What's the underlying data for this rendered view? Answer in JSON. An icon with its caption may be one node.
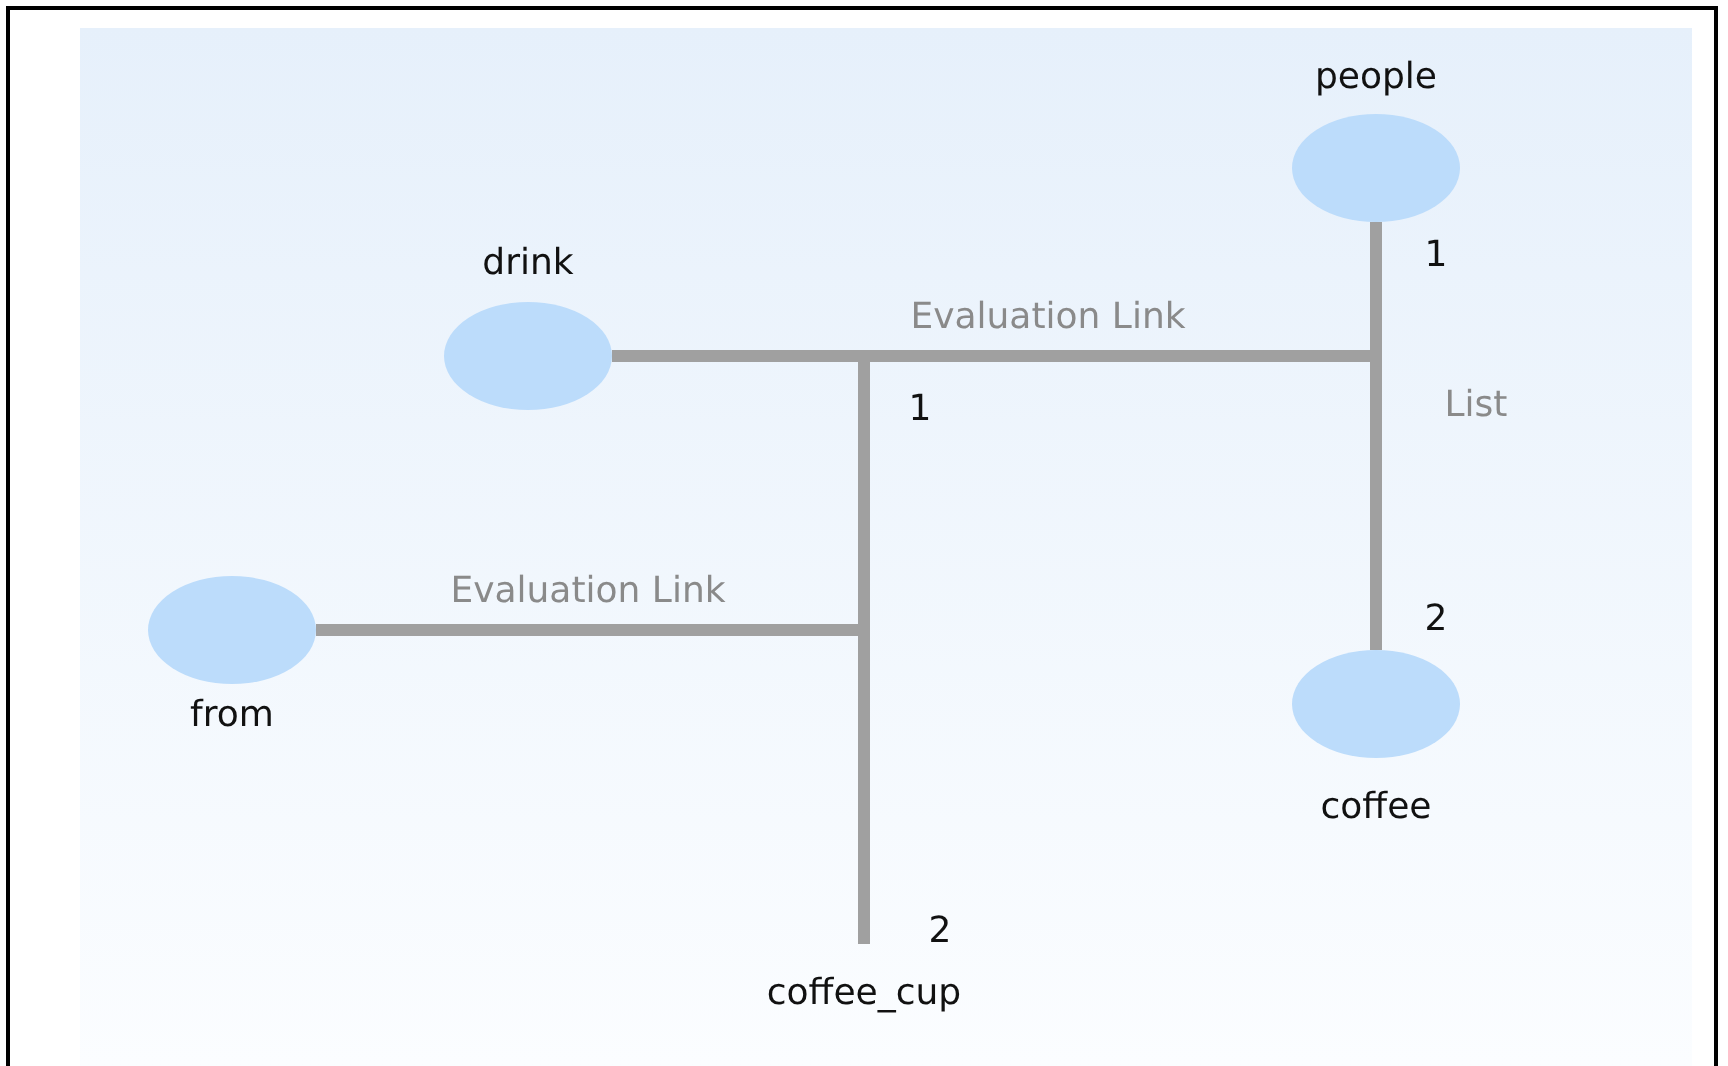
{
  "diagram": {
    "nodes": [
      {
        "text": [],
        "shape": "circle",
        "beside": [
          "people"
        ]
      },
      {
        "text": [],
        "shape": "circle",
        "beside": [
          "drink"
        ]
      },
      {
        "text": [],
        "shape": "circle",
        "beside": [
          "from"
        ]
      },
      {
        "text": [],
        "shape": "circle",
        "beside": [
          "coffee"
        ]
      },
      {
        "text": [
          "coffee_cup"
        ]
      }
    ],
    "edges": [
      {
        "from": 0,
        "to": 3,
        "arrow": "none",
        "label": "List"
      },
      {
        "from": 1,
        "to": 4,
        "arrow": "none",
        "label": "Evaluation Link"
      },
      {
        "from": 2,
        "to": 4,
        "arrow": "none",
        "label": "Evaluation Link"
      }
    ],
    "labels": [
      "1",
      "2",
      "1",
      "2"
    ]
  }
}
